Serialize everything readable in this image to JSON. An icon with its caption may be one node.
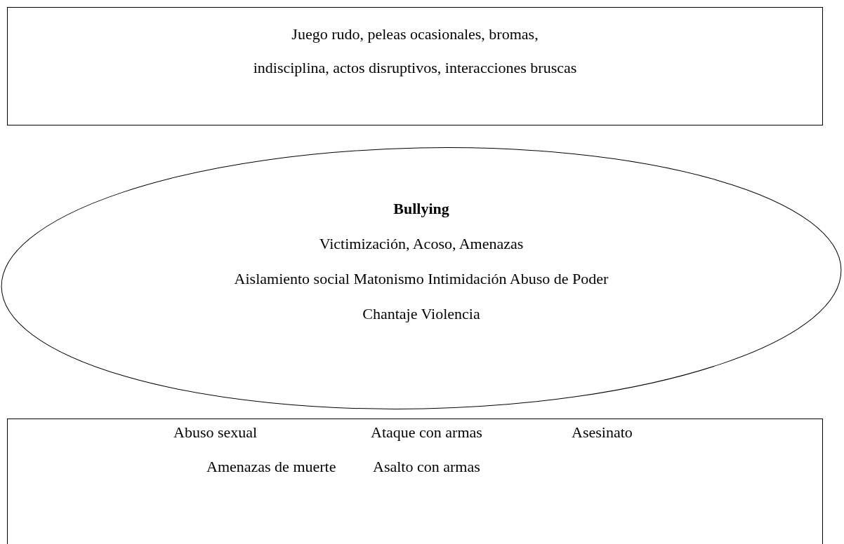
{
  "diagram": {
    "nodes": [
      {
        "text": [
          "Juego rudo, peleas ocasionales, bromas,",
          "indisciplina, actos disruptivos, interacciones bruscas"
        ]
      },
      {
        "text": [
          "Bullying",
          "Victimización, Acoso, Amenazas",
          "Aislamiento social Matonismo Intimidación Abuso de Poder",
          "Chantaje Violencia"
        ]
      },
      {
        "text": [
          "Abuso sexual",
          "Ataque con armas",
          "Asesinato",
          "Amenazas de muerte",
          "Asalto con armas"
        ]
      }
    ]
  }
}
